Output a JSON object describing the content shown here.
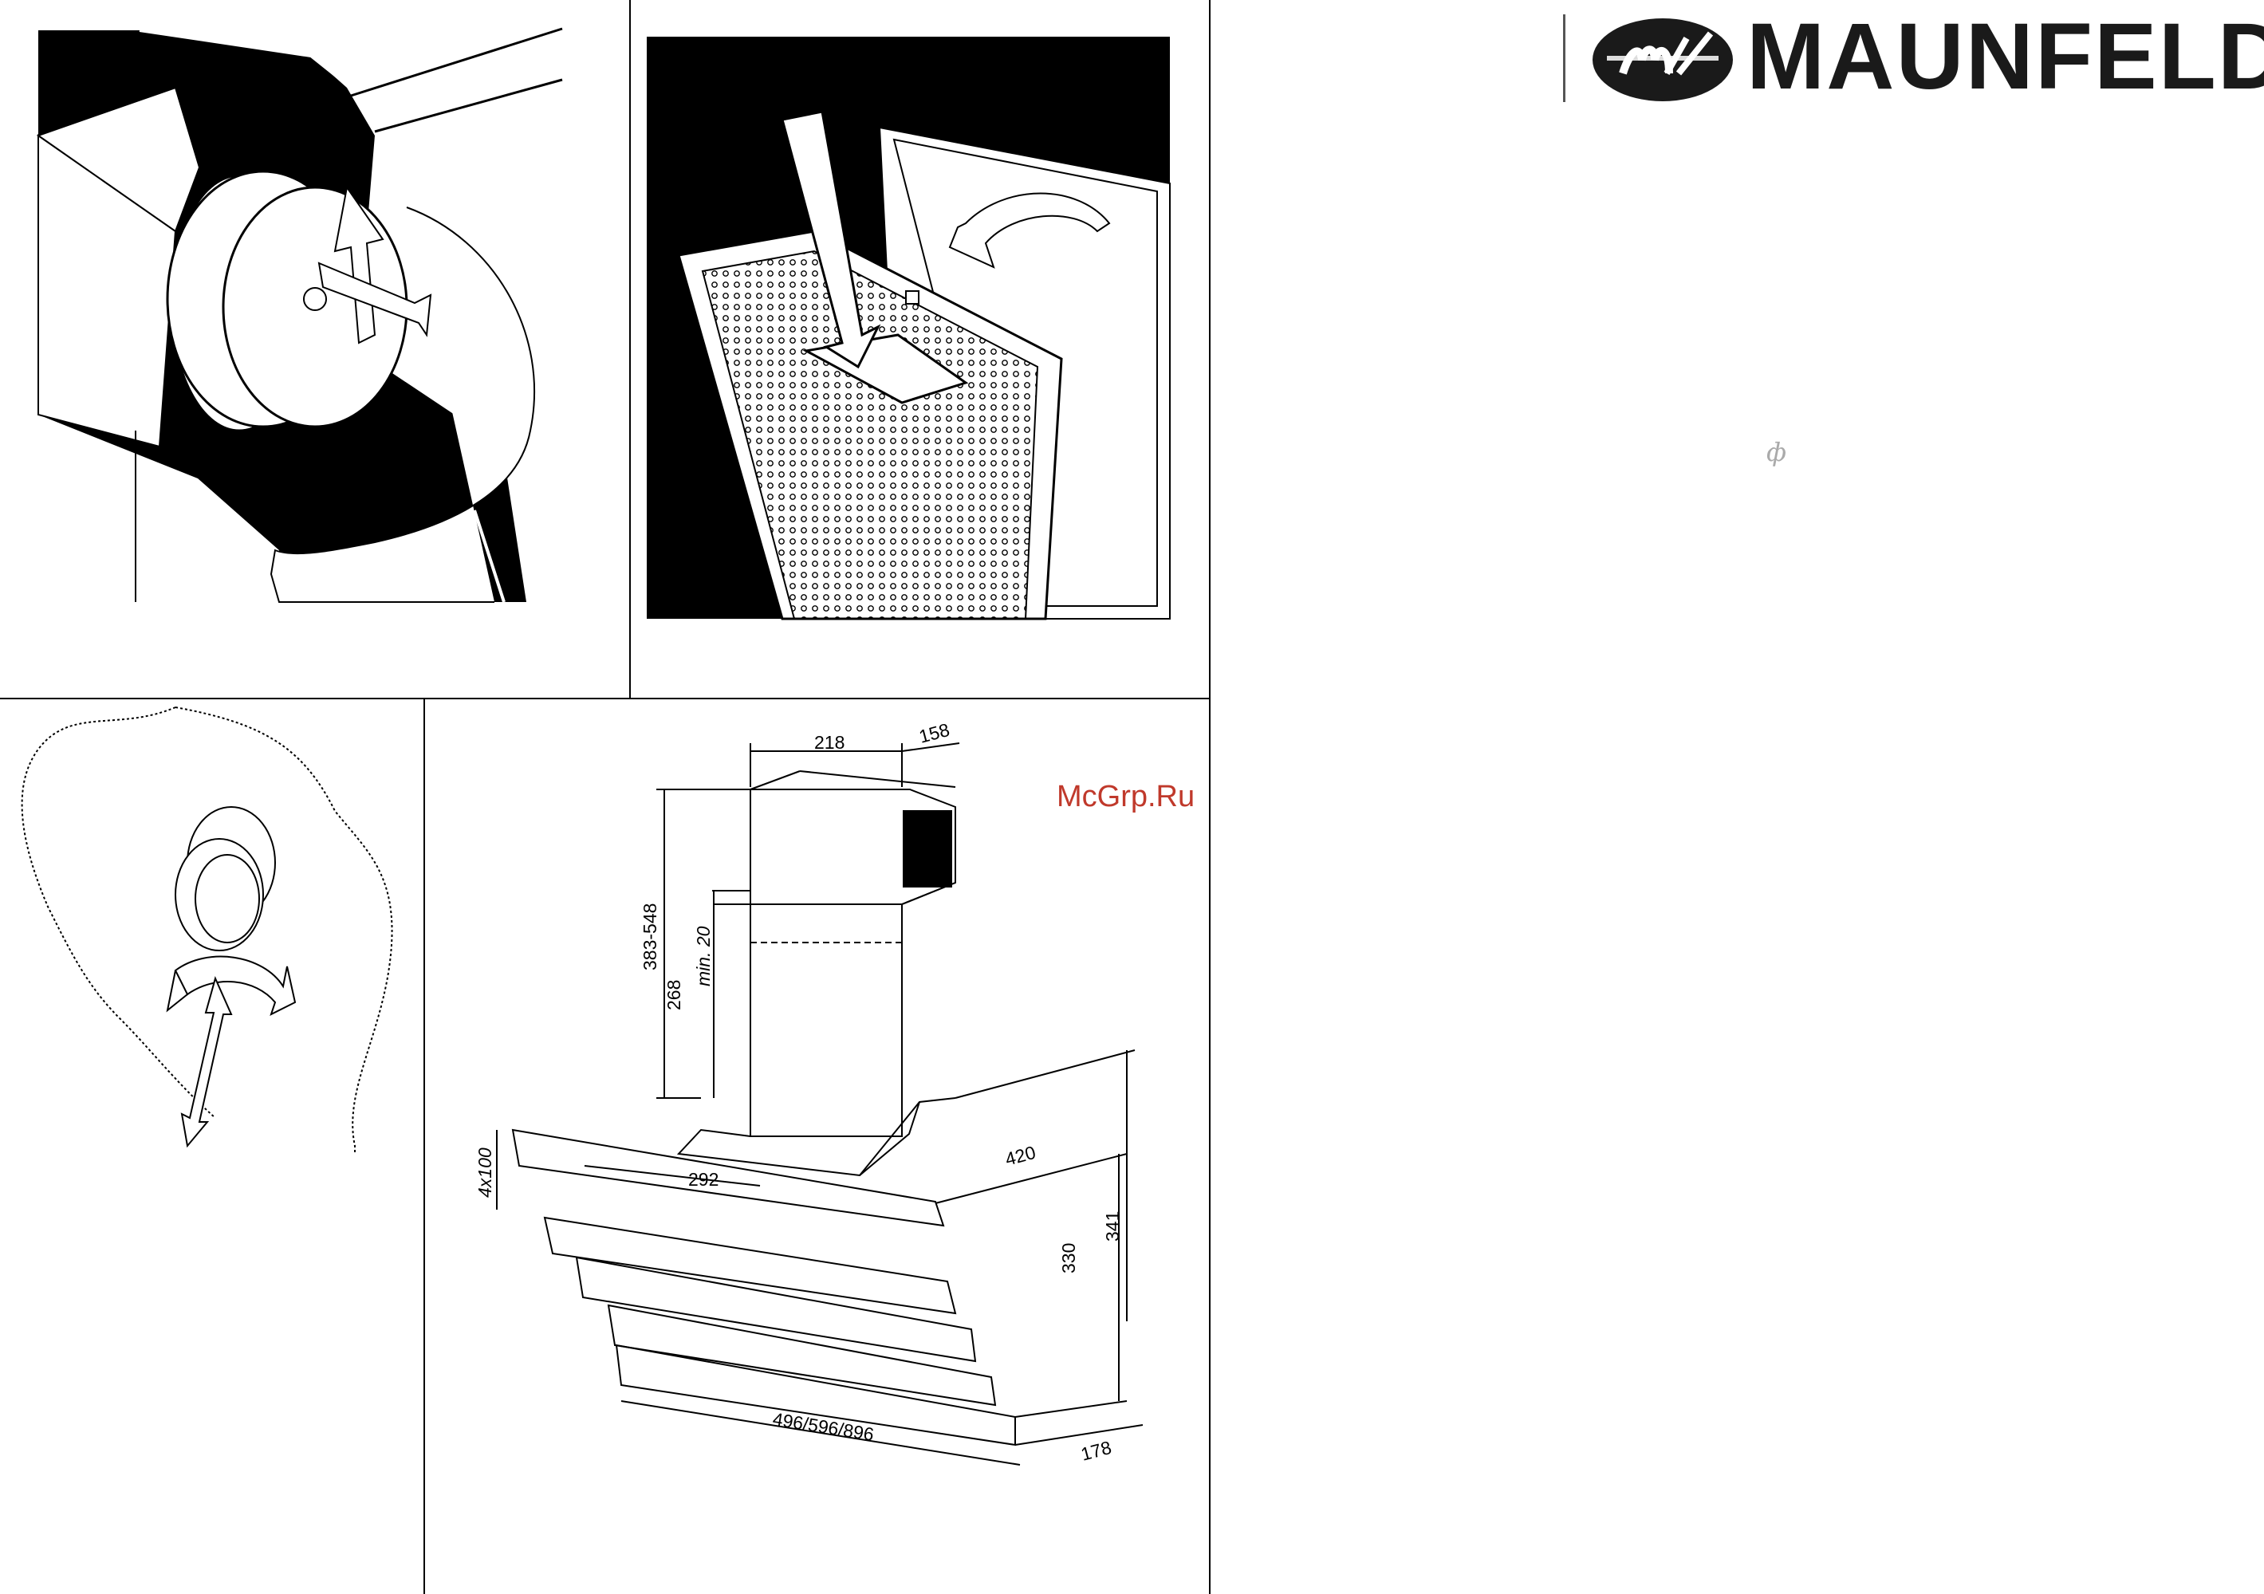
{
  "brand": {
    "name": "MAUNFELD",
    "monogram": "m"
  },
  "watermark": "McGrp.Ru",
  "mark": "ф",
  "colors": {
    "ink": "#000000",
    "panel_bg": "#ffffff",
    "watermark": "#c0392b",
    "logo": "#1a1a1a"
  },
  "dimensions": {
    "chimney_width": "218",
    "chimney_depth": "158",
    "chimney_height_range": "383-548",
    "lower_chimney": "268",
    "overlap": "min. 20",
    "outlet": "4x100",
    "bracket_spacing": "292",
    "depth": "420",
    "body_height": "330",
    "overall_height": "341",
    "bottom_depth": "178",
    "widths": "496/596/896"
  }
}
